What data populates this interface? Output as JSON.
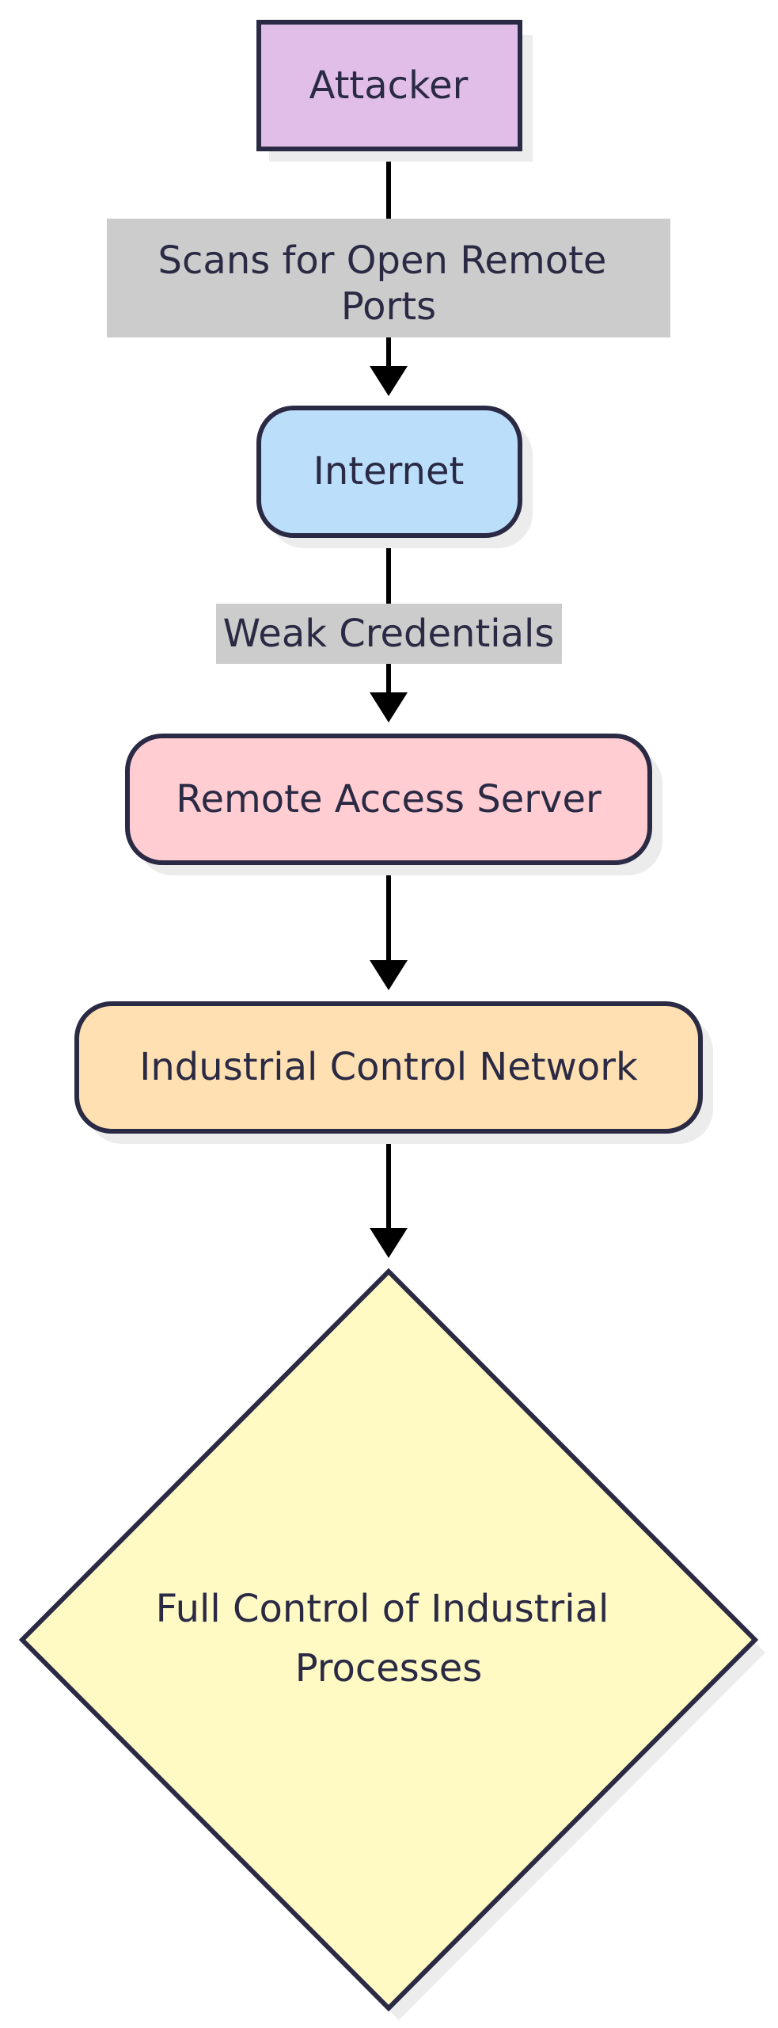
{
  "nodes": {
    "attacker": {
      "label": "Attacker",
      "fill": "#e1bee7"
    },
    "internet": {
      "label": "Internet",
      "fill": "#bbdefb"
    },
    "remote_access_server": {
      "label": "Remote Access Server",
      "fill": "#ffcdd2"
    },
    "industrial_control_network": {
      "label": "Industrial Control Network",
      "fill": "#ffe0b2"
    },
    "full_control": {
      "label_line1": "Full Control of Industrial",
      "label_line2": "Processes",
      "fill": "#fff9c4"
    }
  },
  "edges": {
    "attacker_to_internet": {
      "label_line1": "Scans for Open Remote",
      "label_line2": "Ports"
    },
    "internet_to_server": {
      "label": "Weak Credentials"
    },
    "server_to_network": {},
    "network_to_control": {}
  },
  "colors": {
    "stroke": "#2a2a44",
    "edge": "#000000",
    "edge_label_bg": "#cccccc",
    "shadow": "#ececec",
    "text": "#2a2a44"
  }
}
